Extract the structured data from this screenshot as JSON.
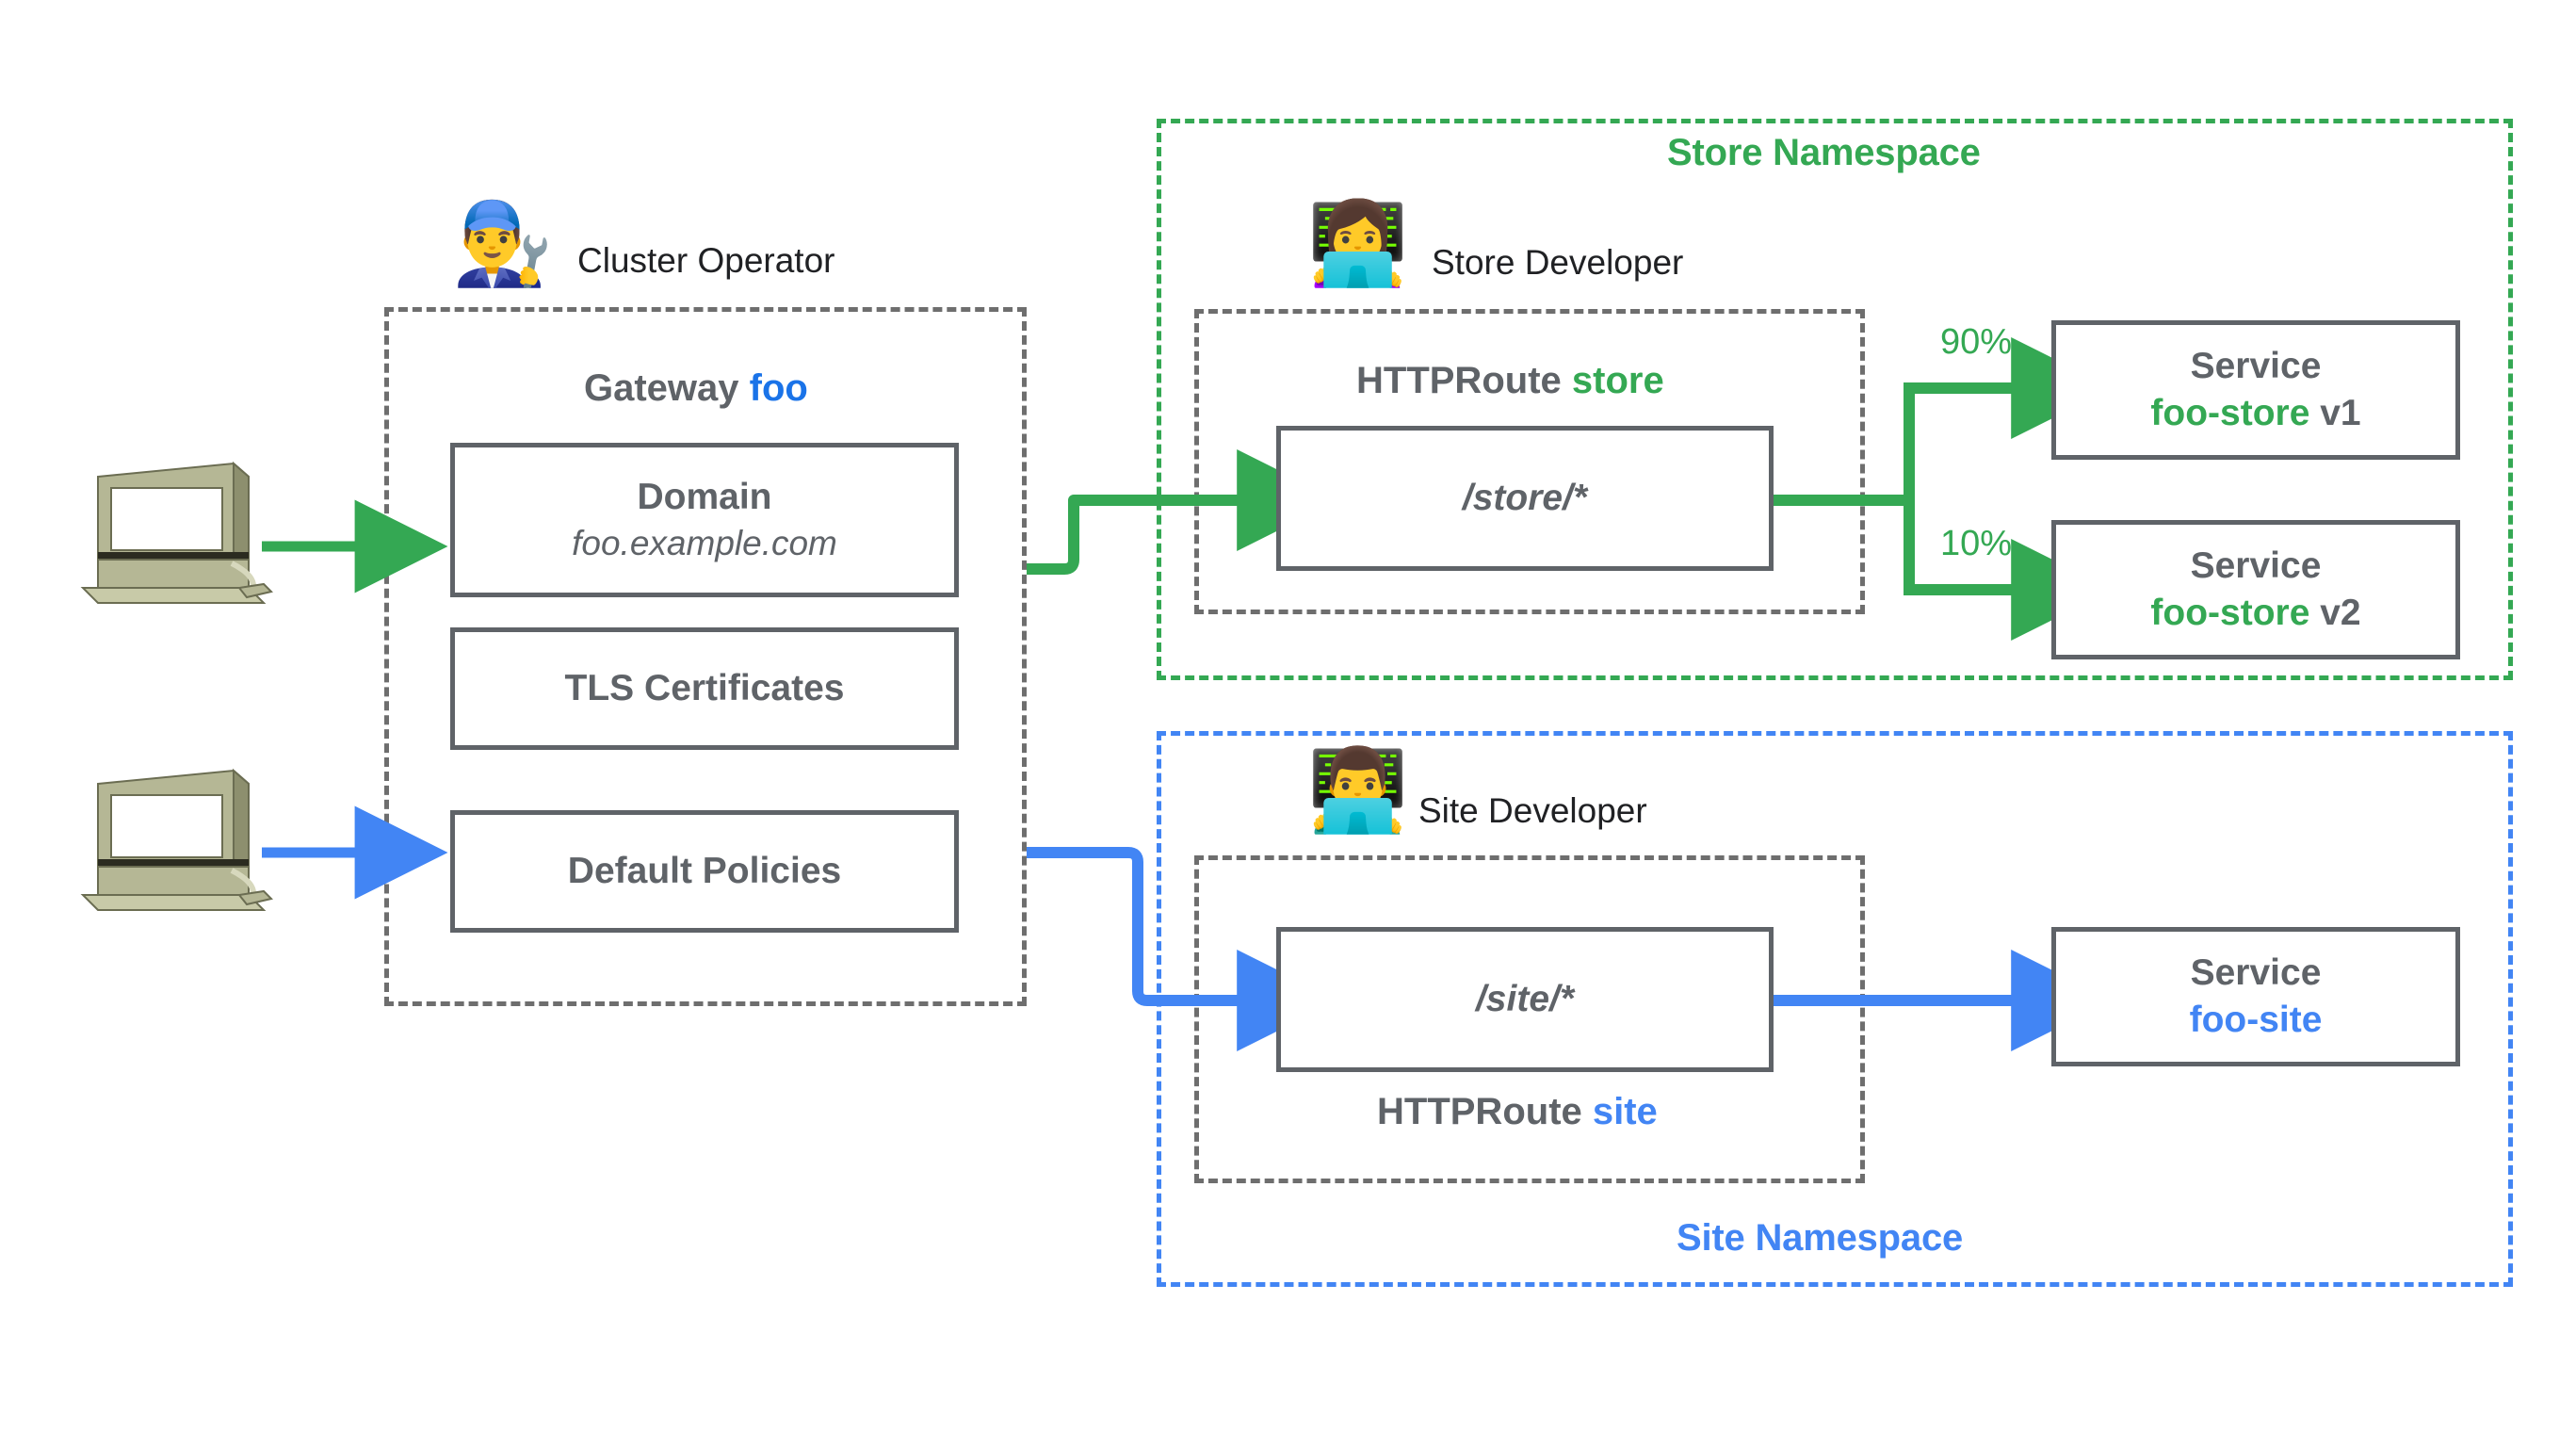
{
  "diagram": {
    "title": "Kubernetes Gateway API role-oriented architecture",
    "colors": {
      "green": "#34A853",
      "blue": "#4285F4",
      "blue_accent": "#1a73e8",
      "grey": "#5f6368",
      "grey_dash": "#6e6e6e"
    }
  },
  "clients": [
    {
      "name": "client-computer-top",
      "icon": "desktop-computer-icon",
      "arrow_color": "#34A853"
    },
    {
      "name": "client-computer-bottom",
      "icon": "desktop-computer-icon",
      "arrow_color": "#4285F4"
    }
  ],
  "gateway": {
    "persona": {
      "emoji": "👨‍🔧",
      "label": "Cluster Operator"
    },
    "caption_prefix": "Gateway ",
    "caption_accent": "foo",
    "items": [
      {
        "title": "Domain",
        "subtitle": "foo.example.com"
      },
      {
        "title": "TLS Certificates",
        "subtitle": ""
      },
      {
        "title": "Default Policies",
        "subtitle": ""
      }
    ]
  },
  "store_namespace": {
    "label": "Store Namespace",
    "color": "#34A853",
    "persona": {
      "emoji": "👩‍💻",
      "label": "Store Developer"
    },
    "route": {
      "caption_prefix": "HTTPRoute ",
      "caption_accent": "store",
      "path": "/store/*"
    },
    "backends": [
      {
        "weight": "90%",
        "title": "Service",
        "name": "foo-store",
        "version": " v1"
      },
      {
        "weight": "10%",
        "title": "Service",
        "name": "foo-store",
        "version": " v2"
      }
    ]
  },
  "site_namespace": {
    "label": "Site Namespace",
    "color": "#4285F4",
    "persona": {
      "emoji": "👨‍💻",
      "label": "Site Developer"
    },
    "route": {
      "caption_prefix": "HTTPRoute ",
      "caption_accent": "site",
      "path": "/site/*"
    },
    "backends": [
      {
        "weight": "",
        "title": "Service",
        "name": "foo-site",
        "version": ""
      }
    ]
  }
}
